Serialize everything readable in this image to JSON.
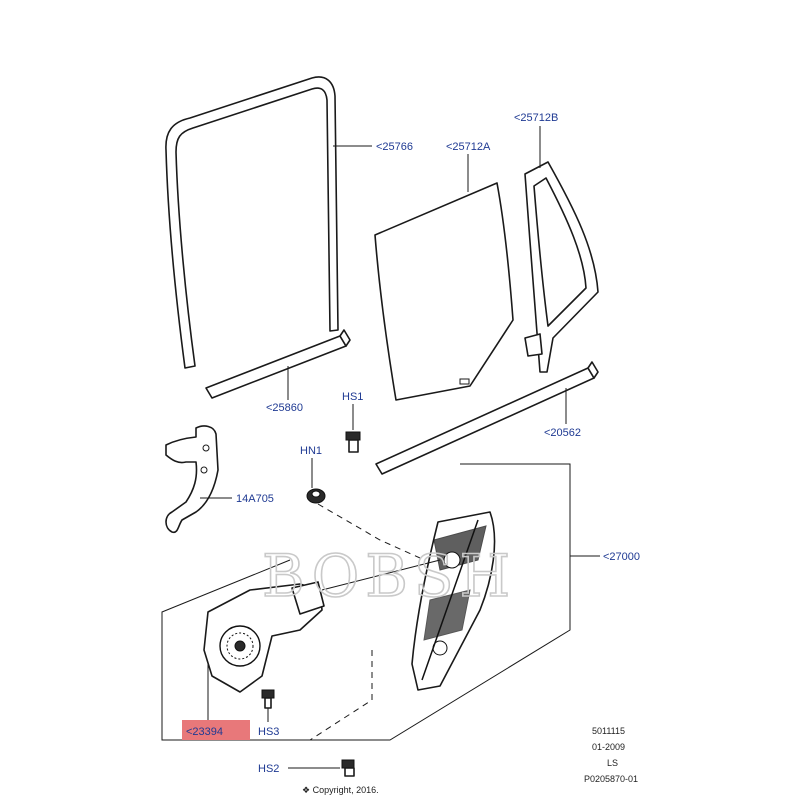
{
  "labels": {
    "weatherstrip": "<25766",
    "door_glass": "<25712A",
    "quarter_glass": "<25712B",
    "belt_inner": "<25860",
    "belt_outer": "<20562",
    "bracket": "14A705",
    "regulator": "<27000",
    "motor": "<23394",
    "hs1": "HS1",
    "hn1": "HN1",
    "hs2": "HS2",
    "hs3": "HS3"
  },
  "meta": {
    "line1": "5011115",
    "line2": "01-2009",
    "line3": "LS",
    "line4": "P0205870-01",
    "copyright": "❖ Copyright, 2016."
  },
  "watermark": "BOBSH",
  "colors": {
    "label": "#1f3a93",
    "highlight": "#e8787a"
  }
}
